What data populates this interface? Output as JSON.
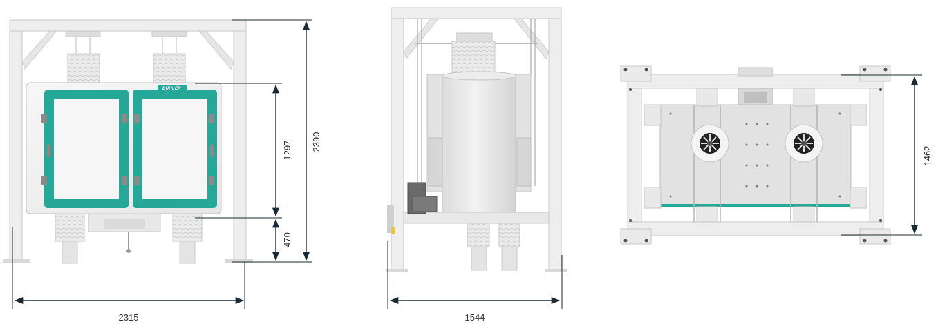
{
  "brand": {
    "logo_text": "BÜHLER"
  },
  "views": [
    {
      "name": "front",
      "dimensions": {
        "width": "2315",
        "height": "2390",
        "body_height": "1297",
        "outlet_height": "470"
      }
    },
    {
      "name": "side",
      "dimensions": {
        "width": "1544"
      }
    },
    {
      "name": "top",
      "dimensions": {
        "depth": "1462"
      }
    }
  ],
  "colors": {
    "frame": "#eeeeee",
    "frame_stroke": "#c8c8c8",
    "door_teal": "#25a898",
    "body": "#e4e4e4",
    "dimension_line": "#1b2b33",
    "text": "#333333"
  }
}
